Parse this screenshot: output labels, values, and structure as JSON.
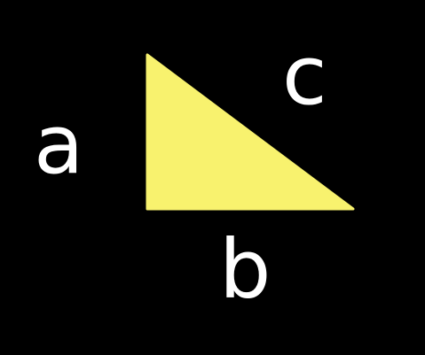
{
  "colors": {
    "background": "#000000",
    "triangle_fill": "#f8f26e",
    "label_color": "#ffffff"
  },
  "labels": {
    "a": "a",
    "b": "b",
    "c": "c"
  }
}
